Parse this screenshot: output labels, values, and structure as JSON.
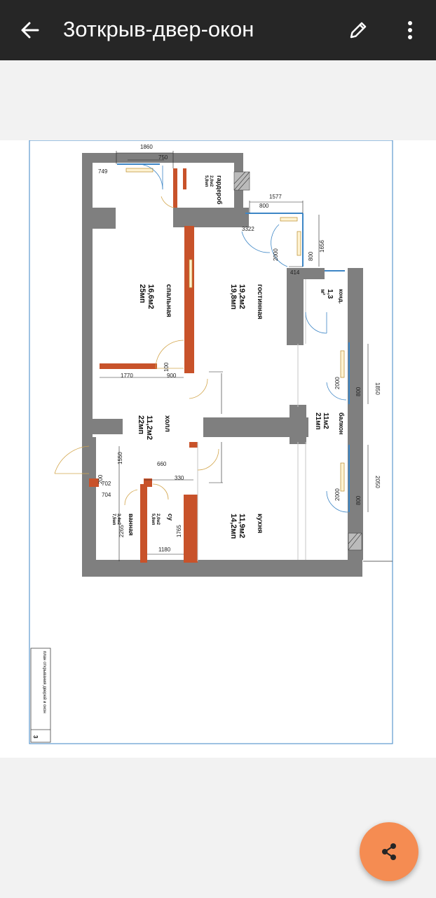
{
  "header": {
    "title": "3открыв-двер-окон",
    "back_icon": "arrow-left-icon",
    "edit_icon": "pencil-icon",
    "menu_icon": "more-vertical-icon"
  },
  "fab": {
    "icon": "share-icon",
    "color": "#f58c52"
  },
  "plan": {
    "rooms": [
      {
        "name": "гардероб",
        "area1": "2,0м2",
        "area2": "5,8мп"
      },
      {
        "name": "спальная",
        "area1": "16,6м2",
        "area2": "25мп"
      },
      {
        "name": "гостинная",
        "area1": "19,2м2",
        "area2": "19,8мп"
      },
      {
        "name": "конд.",
        "area1": "1,3",
        "area2": "м²"
      },
      {
        "name": "холл",
        "area1": "11,2м2",
        "area2": "22мп"
      },
      {
        "name": "балкон",
        "area1": "11м2",
        "area2": "21мп"
      },
      {
        "name": "ванная",
        "area1": "3,4м2",
        "area2": "7,5мп"
      },
      {
        "name": "су",
        "area1": "2,0м2",
        "area2": "5,8мп"
      },
      {
        "name": "кухня",
        "area1": "11,9м2",
        "area2": "14,2мп"
      }
    ],
    "dims": {
      "d1860": "1860",
      "d750": "750",
      "d749": "749",
      "d1577": "1577",
      "d800a": "800",
      "d3322": "3322",
      "d2000a": "2000",
      "d800b": "800",
      "d1656": "1656",
      "d414": "414",
      "d1770": "1770",
      "d900": "900",
      "d100": "100",
      "d1850": "1850",
      "d2000b": "2000",
      "d800c": "800",
      "d1550": "1550",
      "d200": "200",
      "d702": "702",
      "d704": "704",
      "d660": "660",
      "d330": "330",
      "d2265": "2265",
      "d1765": "1765",
      "d1180": "1180",
      "d2050": "2050",
      "d2000c": "2000",
      "d800d": "800"
    },
    "stamp": {
      "caption": "план открывания дверей и окон",
      "page_number": "3"
    },
    "colors": {
      "wall": "#7f7f7f",
      "partition": "#c8522a",
      "frame": "#3d86c6"
    }
  }
}
